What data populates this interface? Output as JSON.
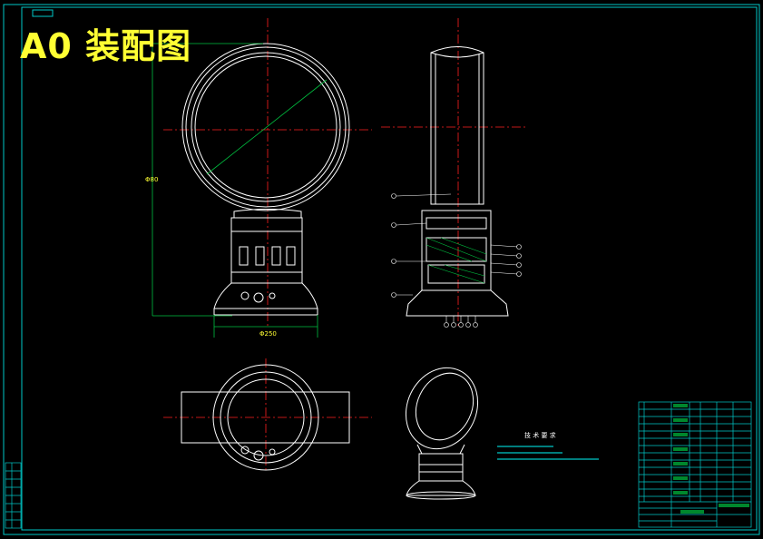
{
  "sheet": {
    "title": "A0  装配图",
    "tech_requirements_title": "技 术 要 求",
    "dimension_height": "Φ80",
    "dimension_base": "Φ250"
  },
  "colors": {
    "frame": "#00c8c8",
    "outline": "#ffffff",
    "centerline": "#ff2020",
    "hatch": "#00c040",
    "label": "#ffff33"
  }
}
